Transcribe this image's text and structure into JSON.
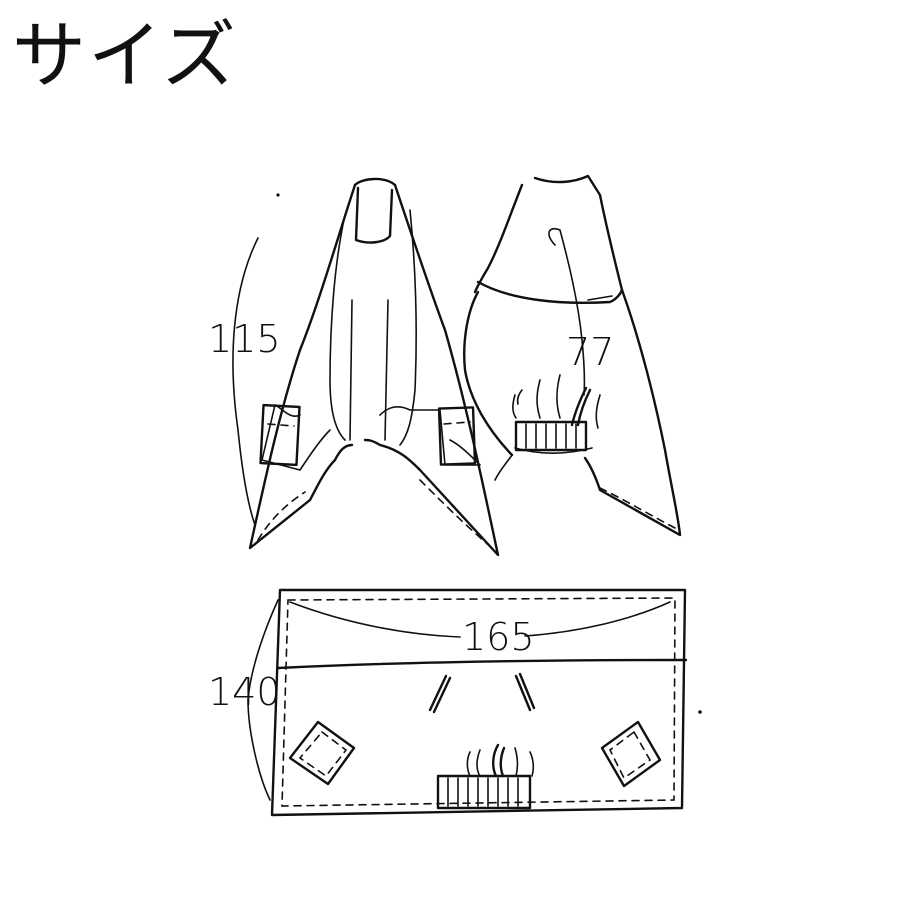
{
  "page": {
    "title": "サイズ"
  },
  "dimensions": {
    "length_front": "115",
    "length_back": "77",
    "width": "165",
    "height": "140"
  },
  "colors": {
    "ink": "#111111",
    "background": "#ffffff"
  }
}
